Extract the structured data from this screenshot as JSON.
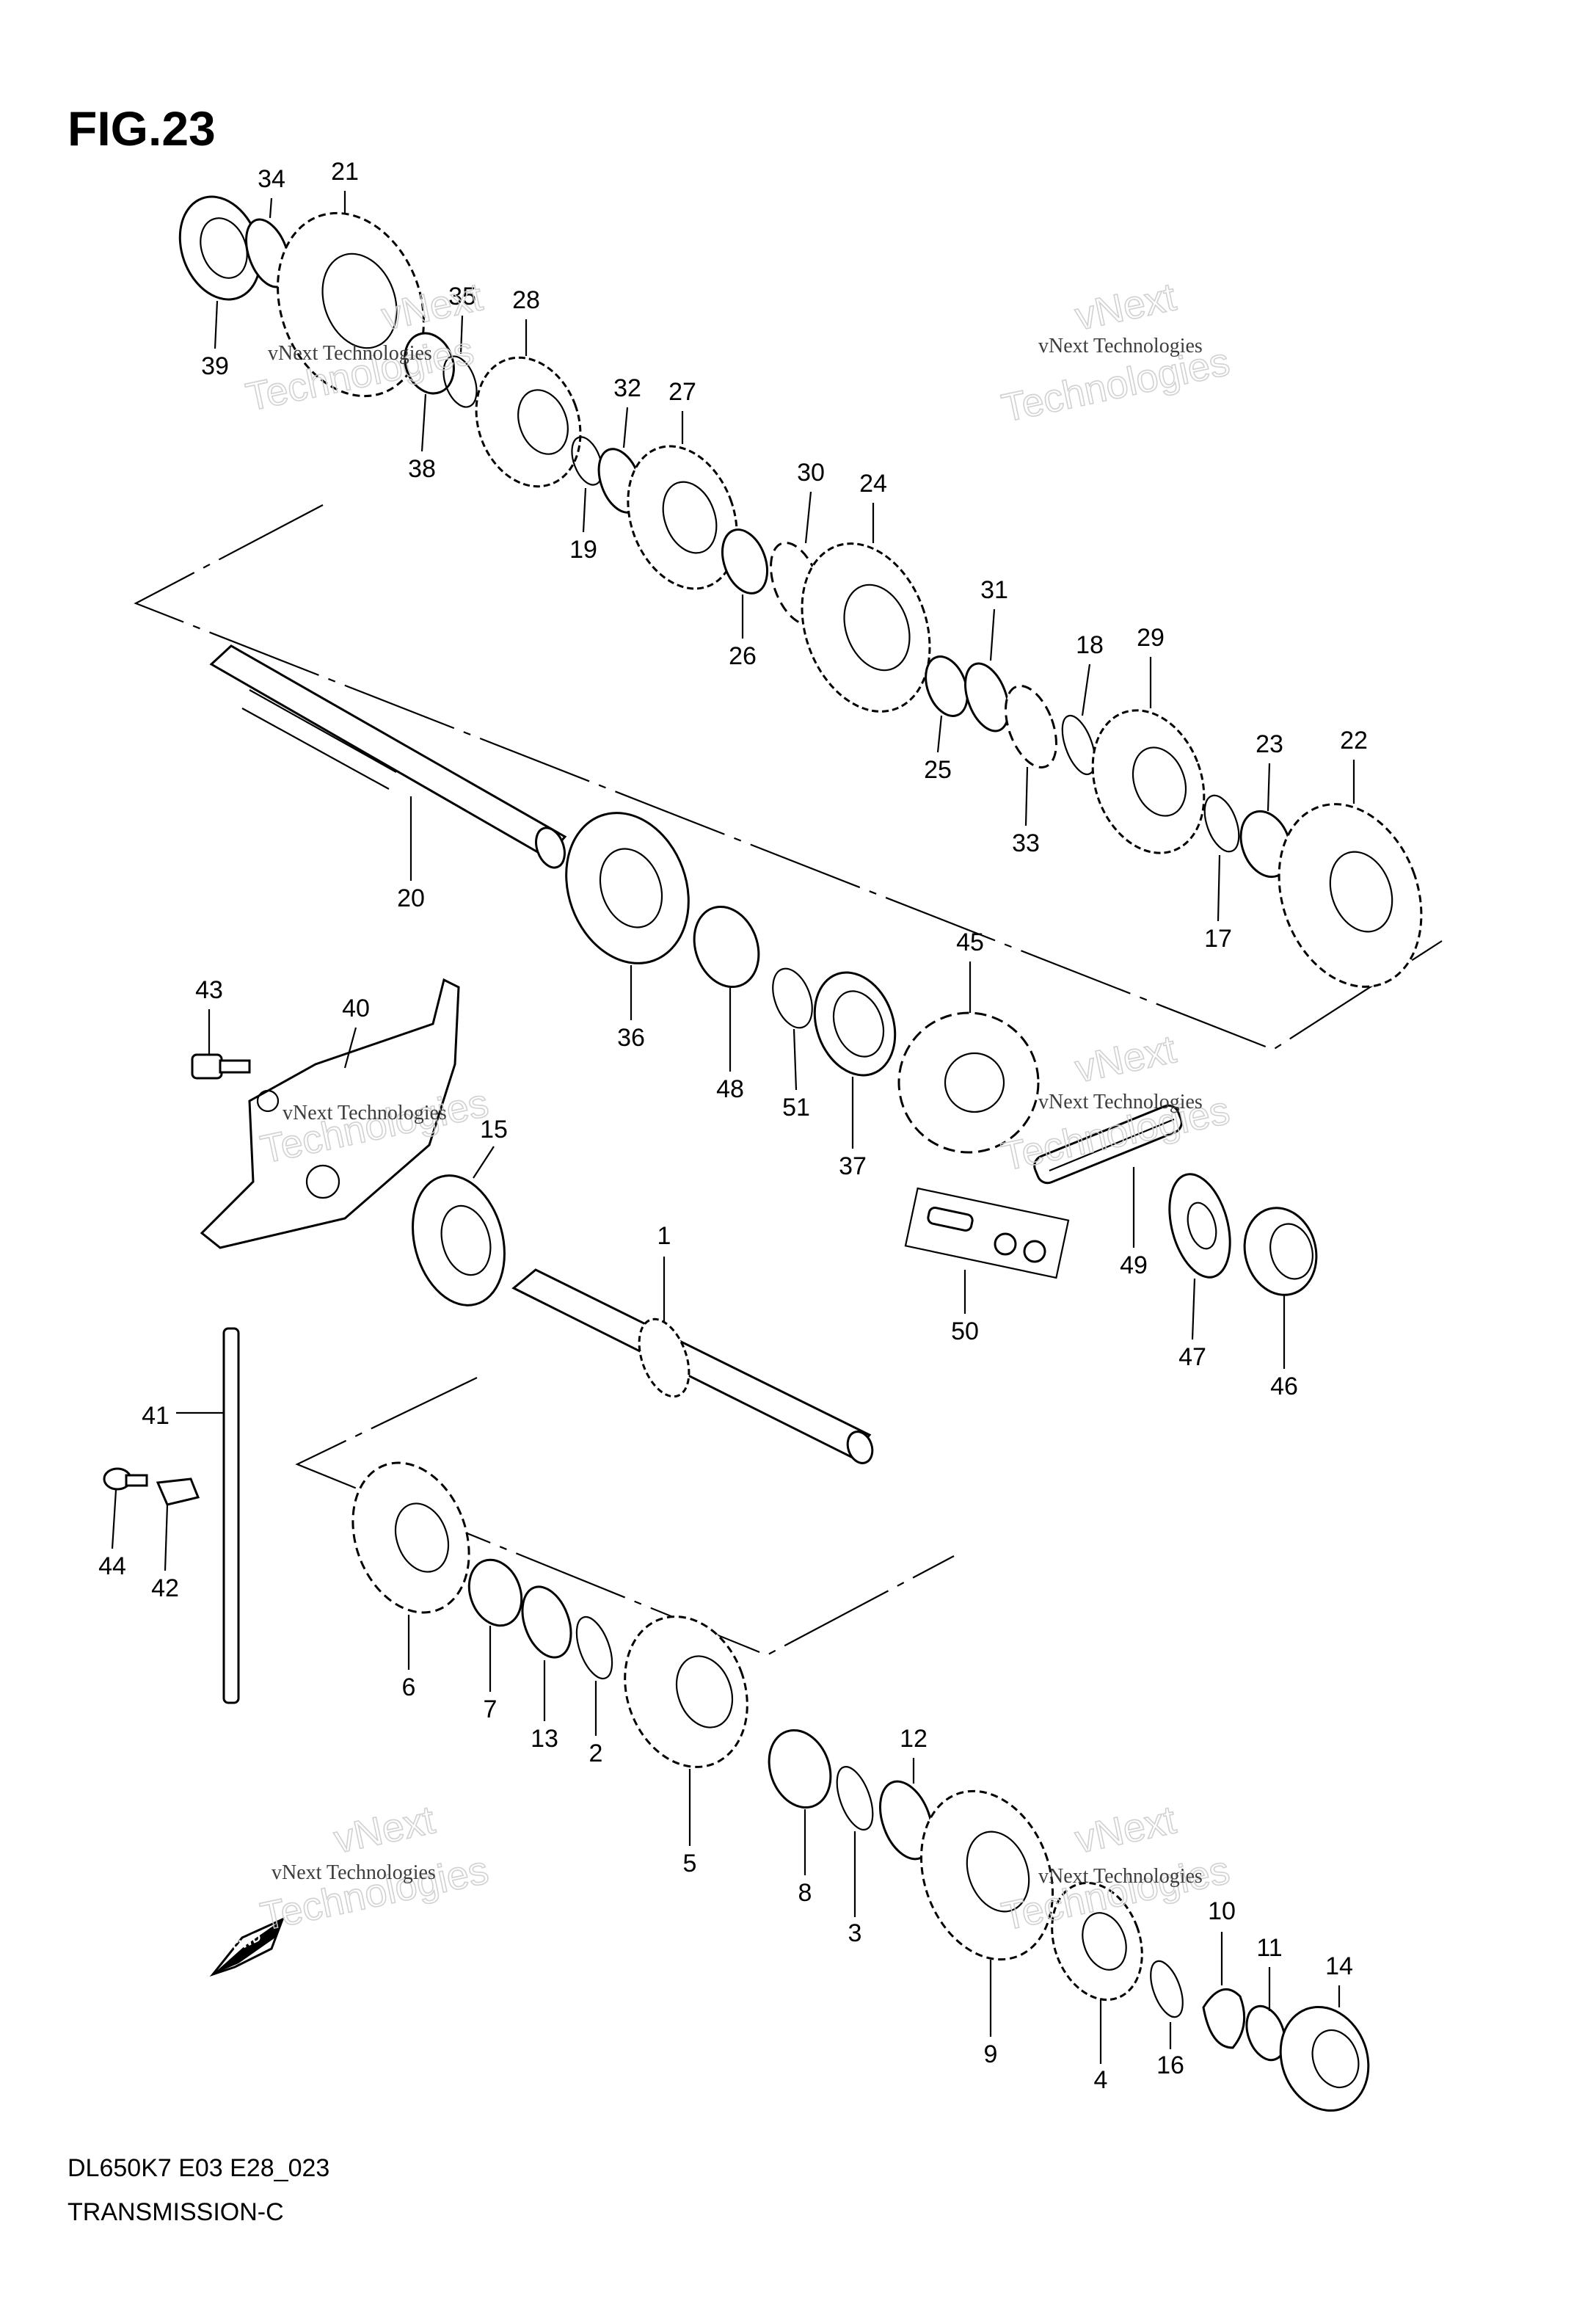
{
  "figure": {
    "title": "FIG.23",
    "model_code": "DL650K7 E03 E28_023",
    "section": "TRANSMISSION-C"
  },
  "watermark": {
    "line1": "vNext Technologies",
    "line2": "vNext",
    "line3": "Technologies"
  },
  "direction_arrow": {
    "label": "FWD"
  },
  "parts": [
    {
      "id": "p1",
      "num": "1",
      "shape": "shaft"
    },
    {
      "id": "p2",
      "num": "2",
      "shape": "circlip"
    },
    {
      "id": "p3",
      "num": "3",
      "shape": "circlip"
    },
    {
      "id": "p4",
      "num": "4",
      "shape": "gear"
    },
    {
      "id": "p5",
      "num": "5",
      "shape": "gear"
    },
    {
      "id": "p6",
      "num": "6",
      "shape": "gear"
    },
    {
      "id": "p7",
      "num": "7",
      "shape": "bushing"
    },
    {
      "id": "p8",
      "num": "8",
      "shape": "bushing"
    },
    {
      "id": "p9",
      "num": "9",
      "shape": "gear"
    },
    {
      "id": "p10",
      "num": "10",
      "shape": "washer"
    },
    {
      "id": "p11",
      "num": "11",
      "shape": "washer"
    },
    {
      "id": "p12",
      "num": "12",
      "shape": "washer"
    },
    {
      "id": "p13",
      "num": "13",
      "shape": "washer"
    },
    {
      "id": "p14",
      "num": "14",
      "shape": "bearing"
    },
    {
      "id": "p15",
      "num": "15",
      "shape": "bearing"
    },
    {
      "id": "p16",
      "num": "16",
      "shape": "circlip"
    },
    {
      "id": "p17",
      "num": "17",
      "shape": "circlip"
    },
    {
      "id": "p18",
      "num": "18",
      "shape": "circlip"
    },
    {
      "id": "p19",
      "num": "19",
      "shape": "circlip"
    },
    {
      "id": "p20",
      "num": "20",
      "shape": "shaft"
    },
    {
      "id": "p21",
      "num": "21",
      "shape": "gear"
    },
    {
      "id": "p22",
      "num": "22",
      "shape": "gear"
    },
    {
      "id": "p23",
      "num": "23",
      "shape": "bushing"
    },
    {
      "id": "p24",
      "num": "24",
      "shape": "gear"
    },
    {
      "id": "p25",
      "num": "25",
      "shape": "bushing"
    },
    {
      "id": "p26",
      "num": "26",
      "shape": "bushing"
    },
    {
      "id": "p27",
      "num": "27",
      "shape": "gear"
    },
    {
      "id": "p28",
      "num": "28",
      "shape": "gear"
    },
    {
      "id": "p29",
      "num": "29",
      "shape": "gear"
    },
    {
      "id": "p30",
      "num": "30",
      "shape": "lockwasher"
    },
    {
      "id": "p31",
      "num": "31",
      "shape": "washer"
    },
    {
      "id": "p32",
      "num": "32",
      "shape": "washer"
    },
    {
      "id": "p33",
      "num": "33",
      "shape": "lockwasher"
    },
    {
      "id": "p34",
      "num": "34",
      "shape": "washer"
    },
    {
      "id": "p35",
      "num": "35",
      "shape": "circlip"
    },
    {
      "id": "p36",
      "num": "36",
      "shape": "bearing"
    },
    {
      "id": "p37",
      "num": "37",
      "shape": "seal"
    },
    {
      "id": "p38",
      "num": "38",
      "shape": "bushing"
    },
    {
      "id": "p39",
      "num": "39",
      "shape": "bearing"
    },
    {
      "id": "p40",
      "num": "40",
      "shape": "plate"
    },
    {
      "id": "p41",
      "num": "41",
      "shape": "rod"
    },
    {
      "id": "p42",
      "num": "42",
      "shape": "clip"
    },
    {
      "id": "p43",
      "num": "43",
      "shape": "bolt"
    },
    {
      "id": "p44",
      "num": "44",
      "shape": "bolt"
    },
    {
      "id": "p45",
      "num": "45",
      "shape": "sprocket"
    },
    {
      "id": "p46",
      "num": "46",
      "shape": "bushing"
    },
    {
      "id": "p47",
      "num": "47",
      "shape": "washer"
    },
    {
      "id": "p48",
      "num": "48",
      "shape": "bushing"
    },
    {
      "id": "p49",
      "num": "49",
      "shape": "chain"
    },
    {
      "id": "p50",
      "num": "50",
      "shape": "chainjoint"
    },
    {
      "id": "p51",
      "num": "51",
      "shape": "oring"
    }
  ]
}
